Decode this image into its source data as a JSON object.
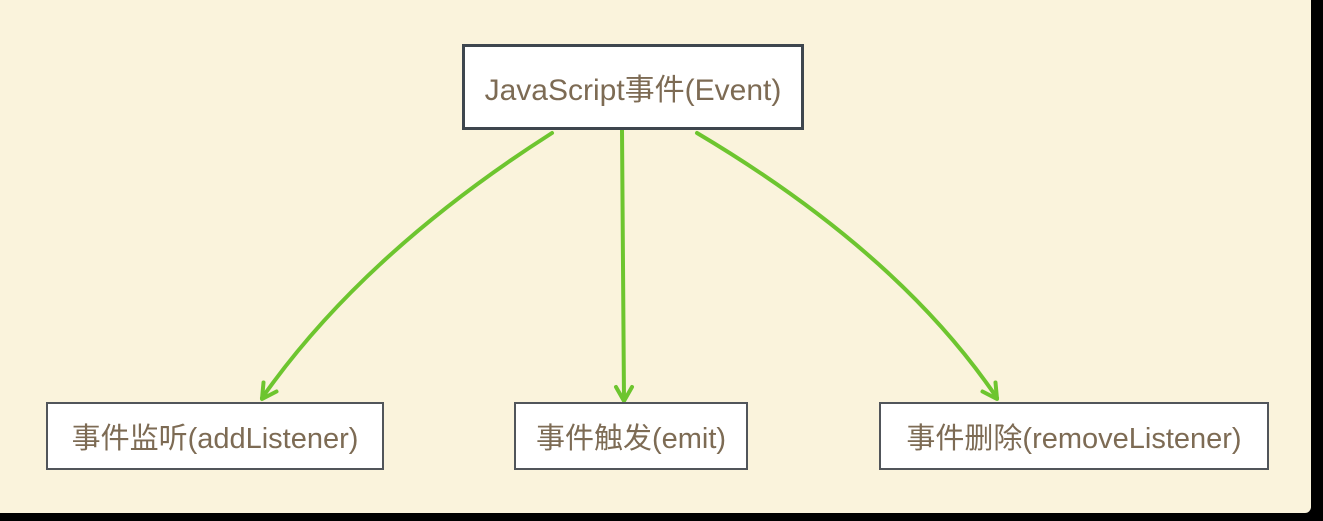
{
  "diagram": {
    "type": "flowchart",
    "nodes": [
      {
        "id": "root",
        "label": "JavaScript事件(Event)"
      },
      {
        "id": "add-listener",
        "label": "事件监听(addListener)"
      },
      {
        "id": "emit",
        "label": "事件触发(emit)"
      },
      {
        "id": "remove-listener",
        "label": "事件删除(removeListener)"
      }
    ],
    "edges": [
      {
        "from": "root",
        "to": "add-listener",
        "style": "curved-left",
        "arrowhead": "open-v"
      },
      {
        "from": "root",
        "to": "emit",
        "style": "straight-down",
        "arrowhead": "open-v"
      },
      {
        "from": "root",
        "to": "remove-listener",
        "style": "curved-right",
        "arrowhead": "open-v"
      }
    ],
    "colors": {
      "canvas_background": "#faf3dc",
      "outer_background": "#000000",
      "node_fill": "#ffffff",
      "root_border": "#3e464e",
      "child_border": "#51555a",
      "text": "#7d6b54",
      "arrow": "#6dc52f"
    }
  }
}
